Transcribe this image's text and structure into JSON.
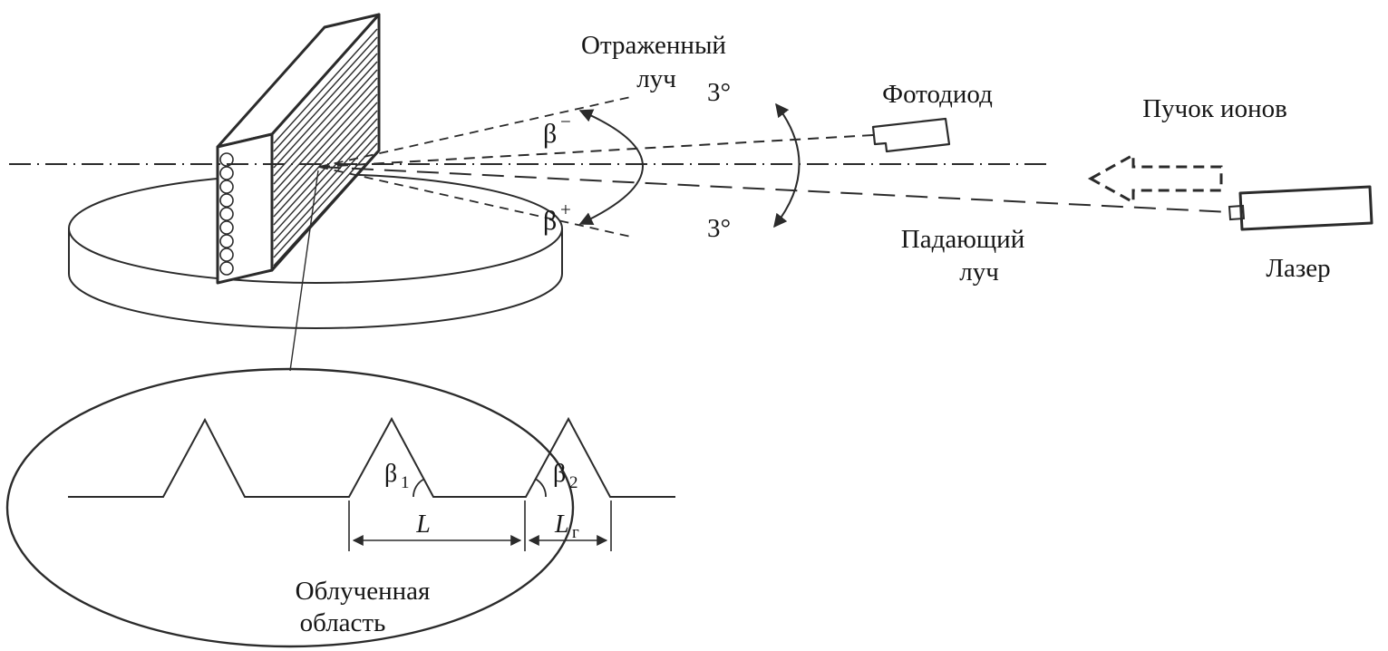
{
  "diagram": {
    "labels": {
      "reflected_beam_line1": "Отраженный",
      "reflected_beam_line2": "луч",
      "angle_top": "3°",
      "angle_bottom": "3°",
      "photodiode": "Фотодиод",
      "ion_beam": "Пучок ионов",
      "incident_beam_line1": "Падающий",
      "incident_beam_line2": "луч",
      "laser": "Лазер",
      "beta_minus_base": "β",
      "beta_minus_sup": "−",
      "beta_plus_base": "β",
      "beta_plus_sup": "+",
      "beta1_base": "β",
      "beta1_sub": "1",
      "beta2_base": "β",
      "beta2_sub": "2",
      "period_length": "L",
      "ripple_length_base": "L",
      "ripple_length_sub": "г",
      "irradiated_area_line1": "Облученная",
      "irradiated_area_line2": "область"
    },
    "colors": {
      "line": "#2b2b2b",
      "text": "#161616",
      "background": "#ffffff"
    }
  }
}
